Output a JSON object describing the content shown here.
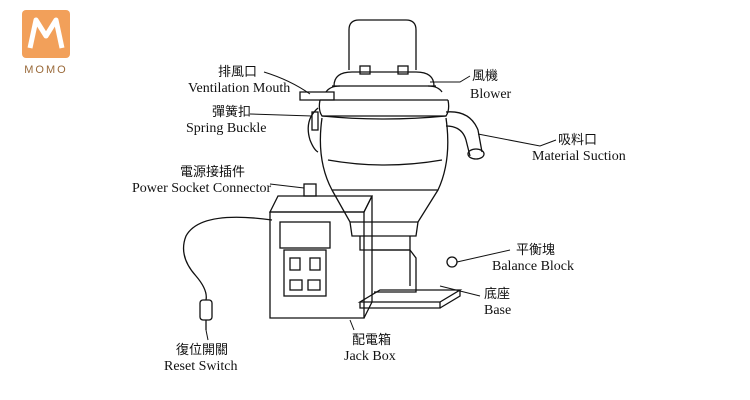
{
  "logo": {
    "text": "MOMO",
    "colors": {
      "bg": "#f2a05a",
      "mark": "#ffffff",
      "text": "#9a6a3a"
    }
  },
  "labels": {
    "ventilation_cn": "排風口",
    "ventilation_en": "Ventilation Mouth",
    "spring_cn": "彈簧扣",
    "spring_en": "Spring Buckle",
    "power_cn": "電源接插件",
    "power_en": "Power Socket Connector",
    "reset_cn": "復位開關",
    "reset_en": "Reset Switch",
    "jack_cn": "配電箱",
    "jack_en": "Jack Box",
    "blower_cn": "風機",
    "blower_en": "Blower",
    "suction_cn": "吸料口",
    "suction_en": "Material Suction",
    "balance_cn": "平衡塊",
    "balance_en": "Balance Block",
    "base_cn": "底座",
    "base_en": "Base"
  }
}
